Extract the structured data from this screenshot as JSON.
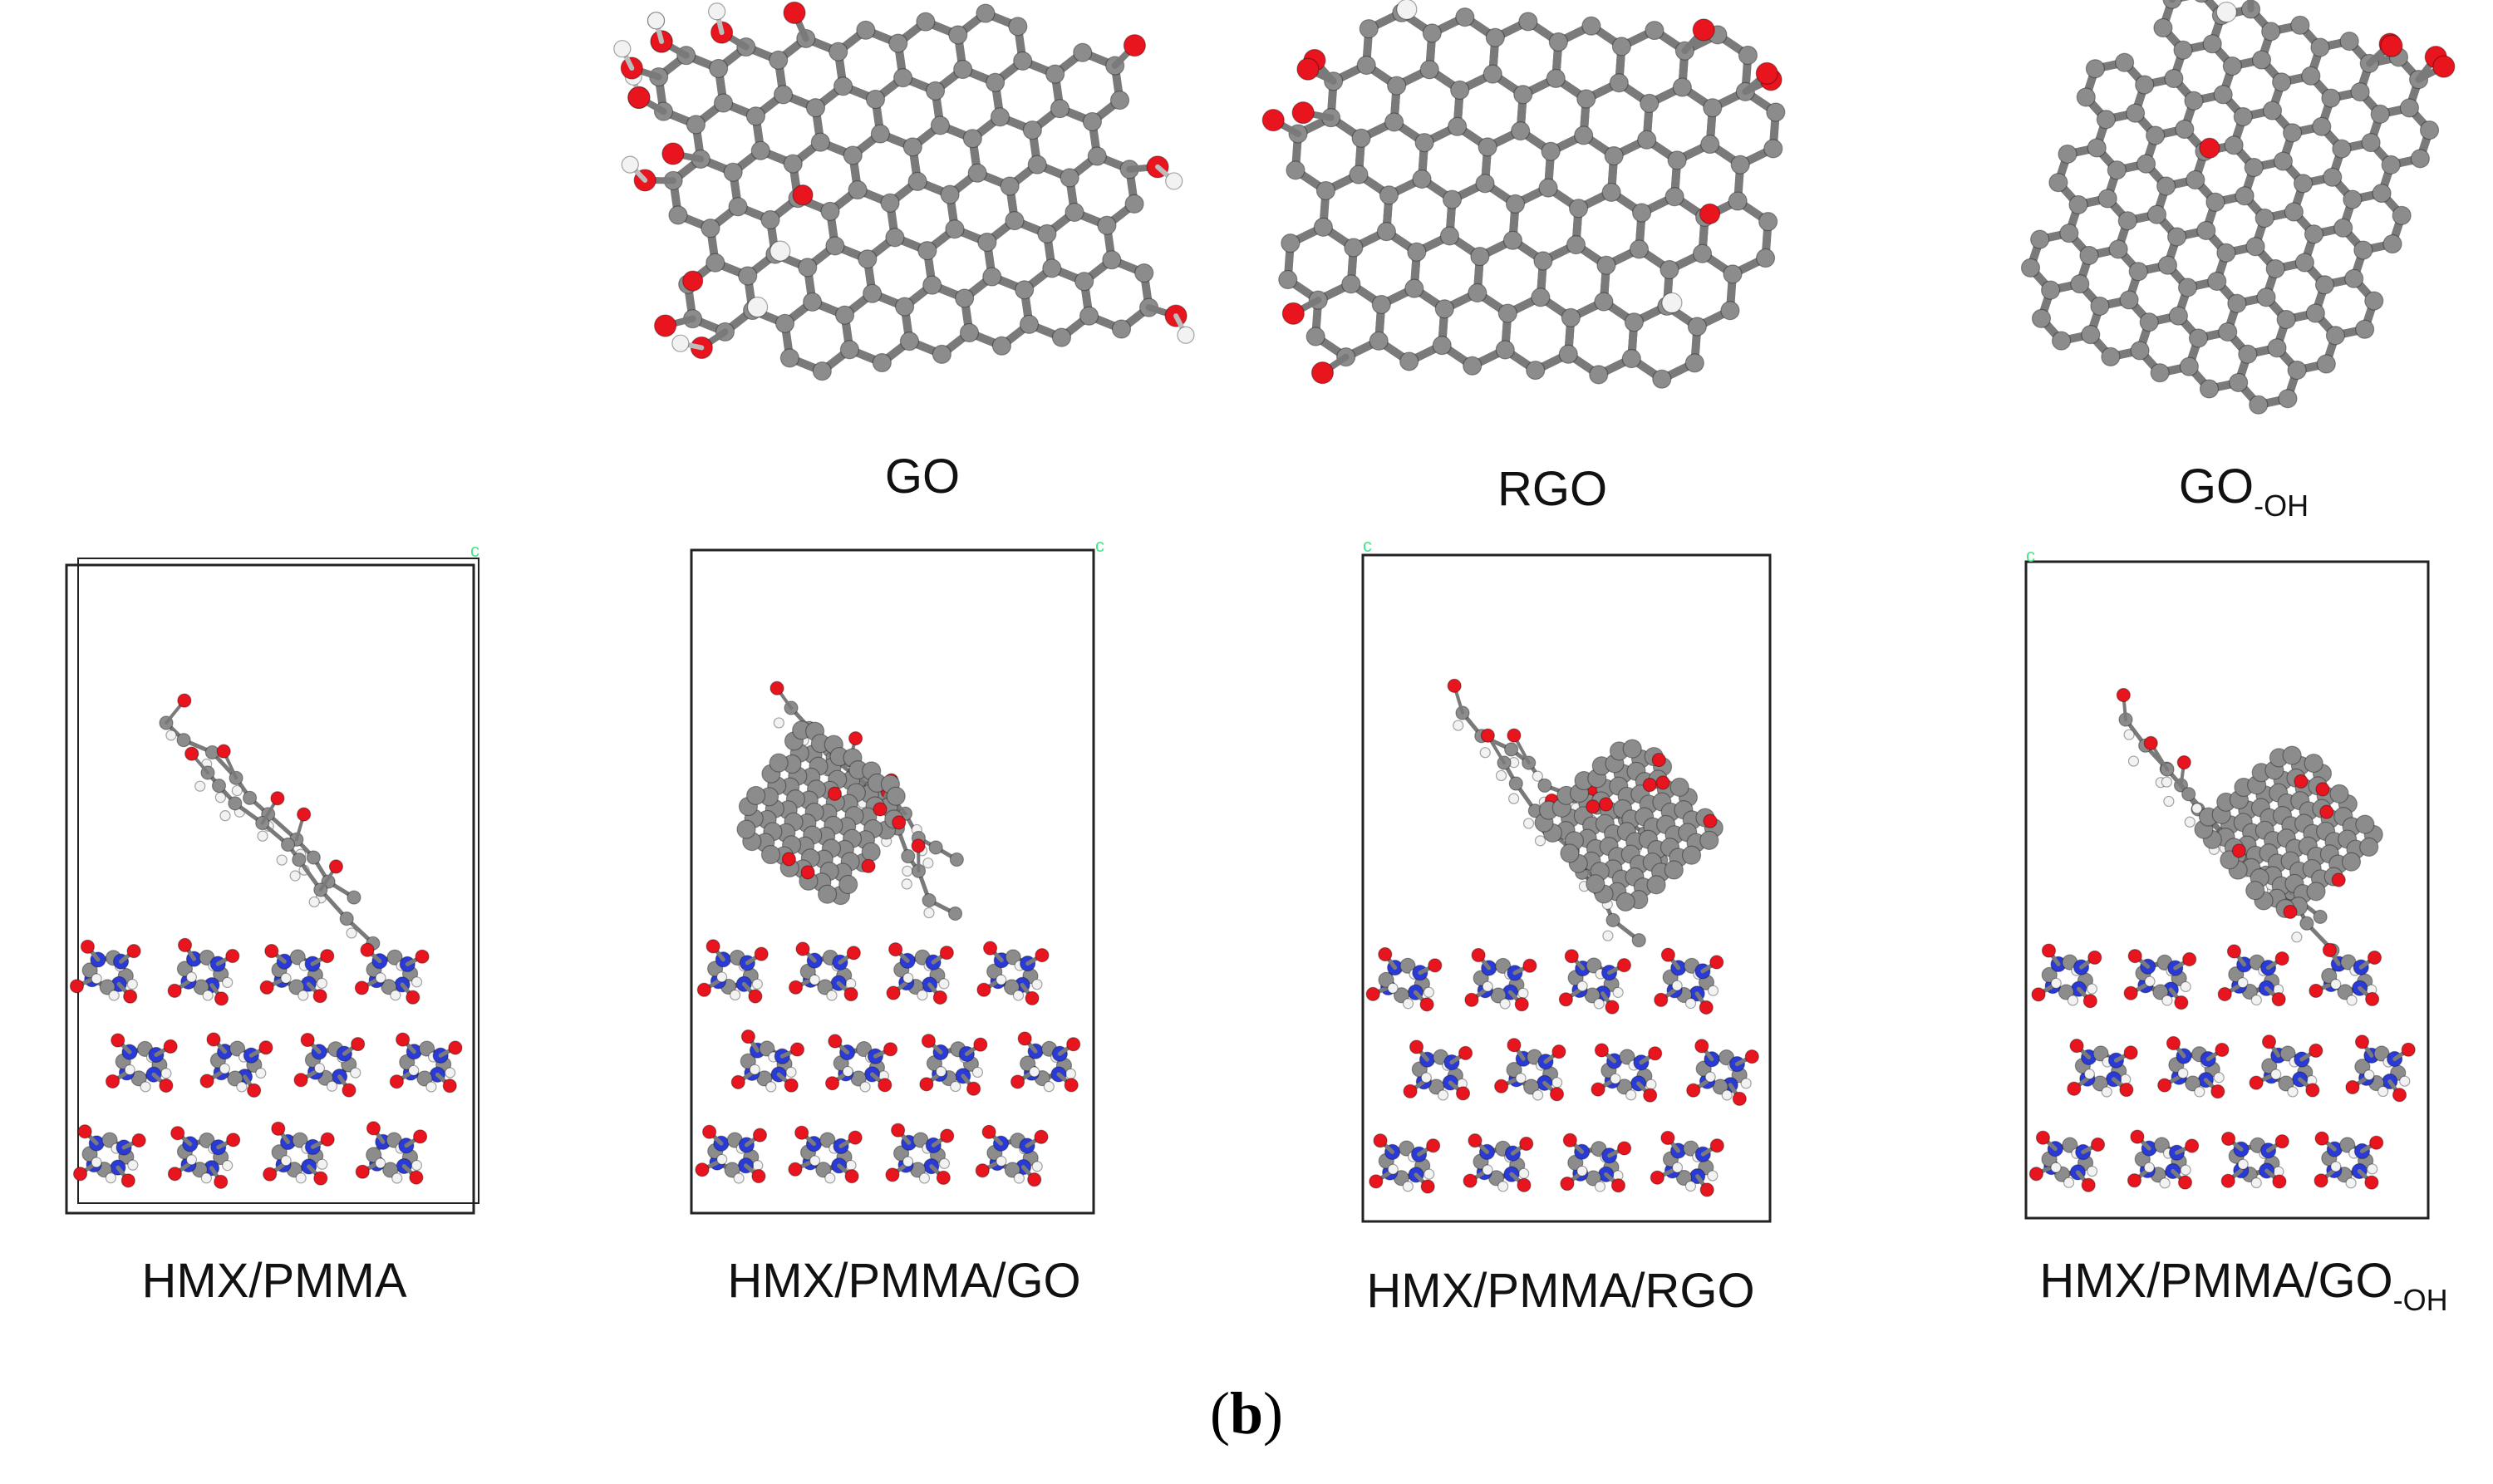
{
  "colors": {
    "carbon": "#8c8c8c",
    "carbon_edge": "#5e5e5e",
    "bond": "#7a7a7a",
    "oxygen": "#e8141e",
    "hydrogen": "#f2f2f2",
    "nitrogen": "#2a3ad6",
    "cell_frame": "#222222",
    "axis_label": "#46e88a"
  },
  "molecules": [
    {
      "id": "go",
      "label": "GO",
      "subscript": ""
    },
    {
      "id": "rgo",
      "label": "RGO",
      "subscript": ""
    },
    {
      "id": "go-oh",
      "label": "GO",
      "subscript": "-OH"
    }
  ],
  "models": [
    {
      "id": "hmx-pmma",
      "label": "HMX/PMMA",
      "subscript": "",
      "axis_label": "c"
    },
    {
      "id": "hmx-pmma-go",
      "label": "HMX/PMMA/GO",
      "subscript": "",
      "axis_label": "c"
    },
    {
      "id": "hmx-pmma-rgo",
      "label": "HMX/PMMA/RGO",
      "subscript": "",
      "axis_label": "c"
    },
    {
      "id": "hmx-pmma-go-oh",
      "label": "HMX/PMMA/GO",
      "subscript": "-OH",
      "axis_label": "c"
    }
  ],
  "panel": {
    "open": "(",
    "letter": "b",
    "close": ")"
  }
}
